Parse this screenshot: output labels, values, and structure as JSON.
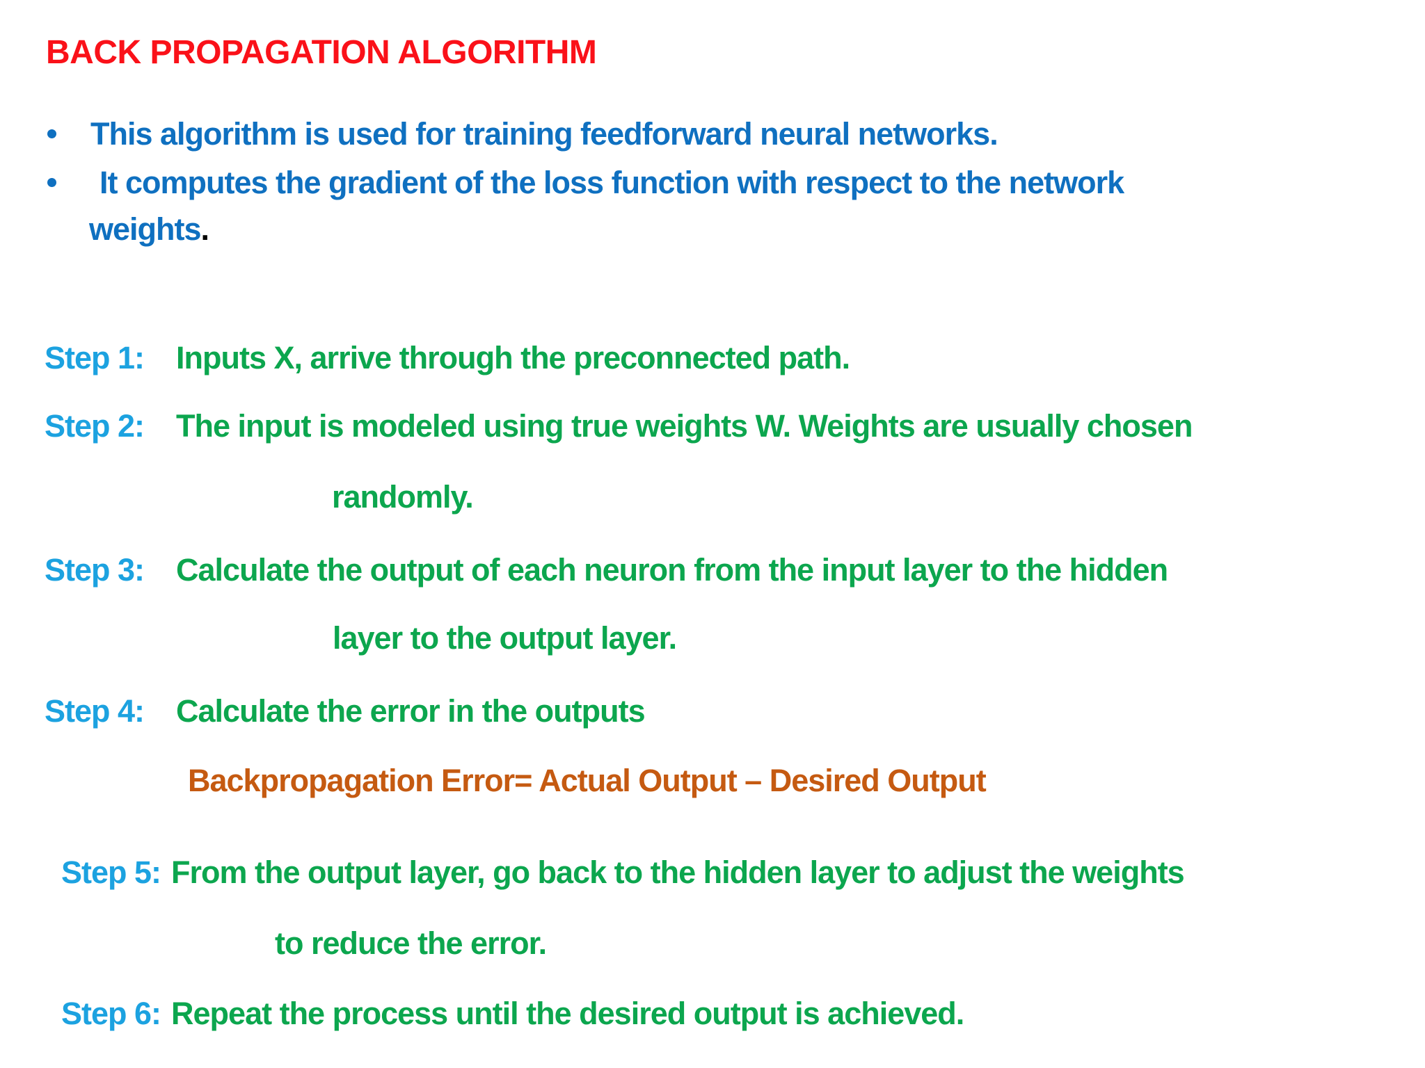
{
  "title": "BACK PROPAGATION ALGORITHM",
  "bullets": [
    "This algorithm is used for training feedforward neural networks.",
    "It computes the gradient of the loss function with respect to the network"
  ],
  "bullet2_continuation": "weights",
  "bullet2_period": ".",
  "steps": [
    {
      "label": "Step 1:",
      "text": "Inputs X, arrive through the preconnected path.",
      "continuation": ""
    },
    {
      "label": "Step 2:",
      "text": "The input is modeled using true weights W. Weights are usually chosen",
      "continuation": "randomly."
    },
    {
      "label": "Step 3:",
      "text": "Calculate the output of each neuron from the input layer to the hidden",
      "continuation": "layer to the output layer."
    },
    {
      "label": "Step 4:",
      "text": "Calculate the error in the outputs",
      "formula": "Backpropagation Error= Actual Output – Desired Output"
    },
    {
      "label": "Step 5:",
      "text": "From the output layer, go back to the hidden layer to adjust the weights",
      "continuation": "to reduce the error."
    },
    {
      "label": "Step 6:",
      "text": "Repeat the process until the desired output is achieved."
    }
  ],
  "colors": {
    "red": "#fa1119",
    "blue": "#0f70c0",
    "cyan": "#1ca2e0",
    "green": "#0ca64e",
    "orange": "#c55a11",
    "ink": "#000000",
    "bg": "#ffffff"
  }
}
